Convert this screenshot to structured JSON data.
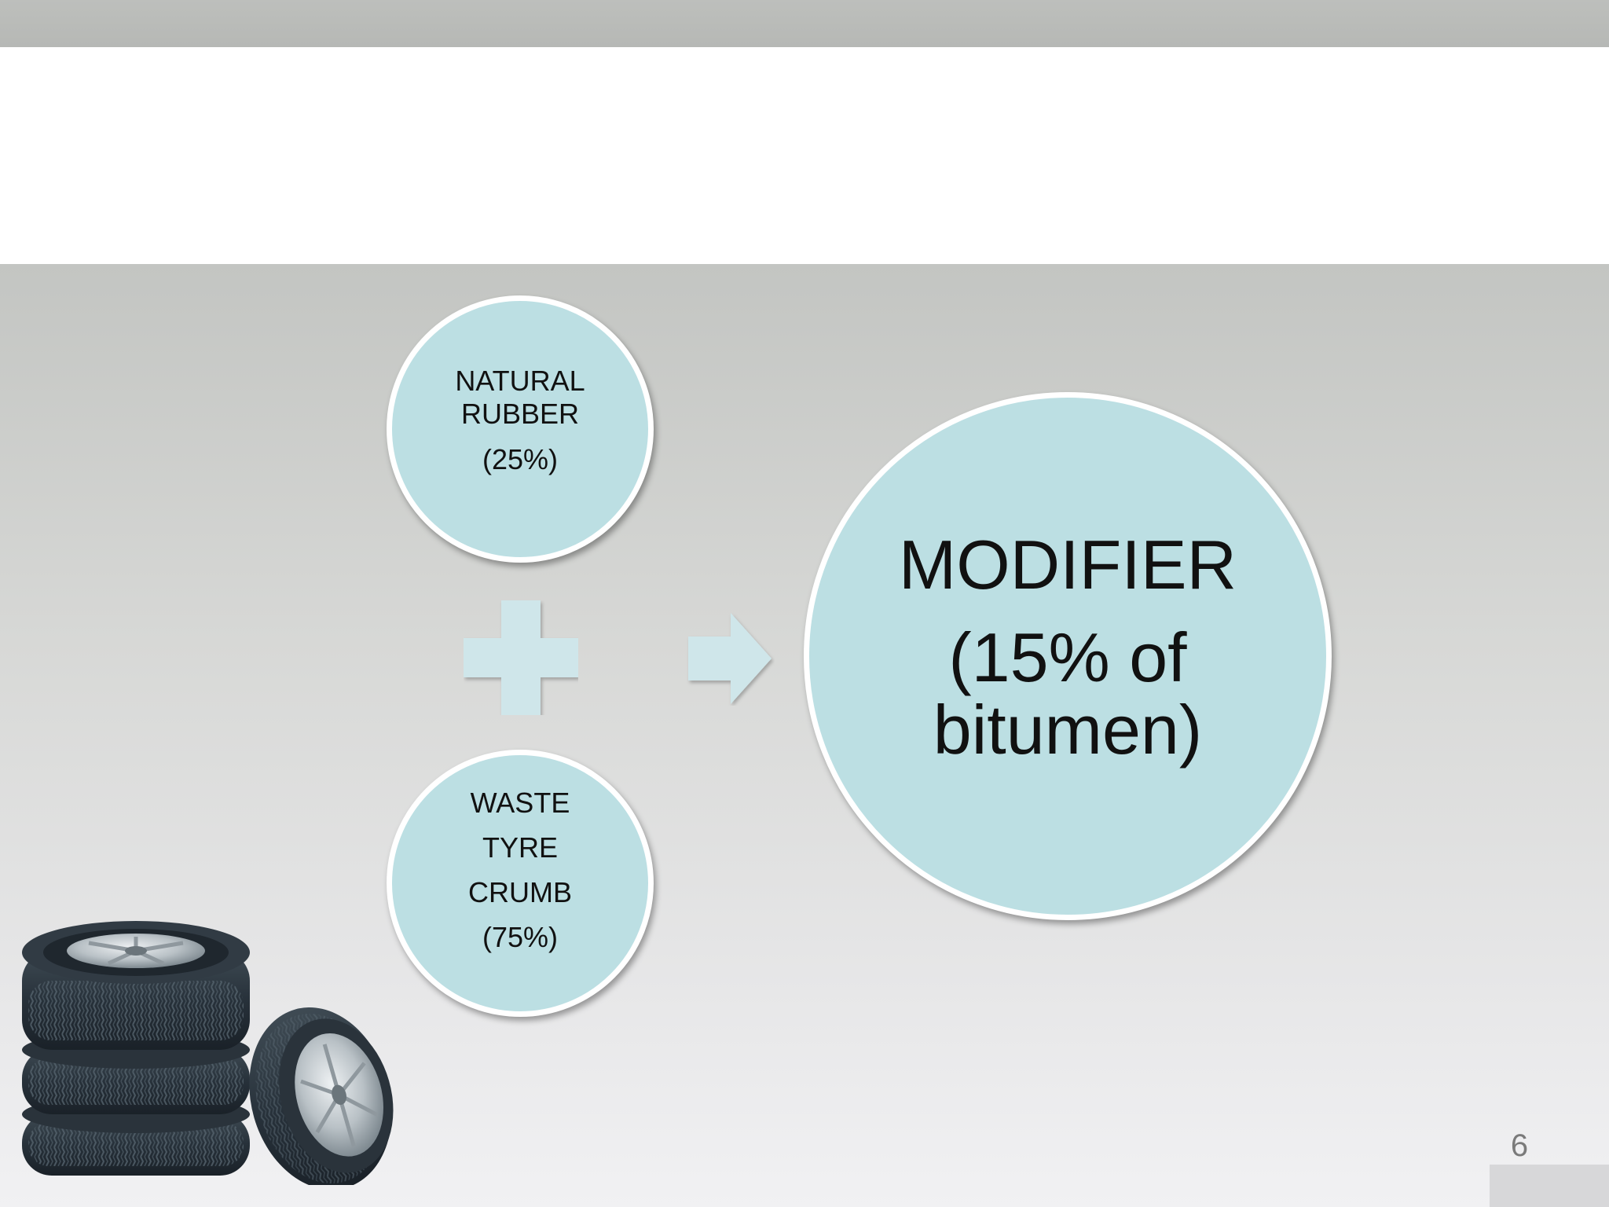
{
  "diagram": {
    "inputs": [
      {
        "lines": [
          "NATURAL",
          "RUBBER",
          "(25%)"
        ]
      },
      {
        "lines": [
          "WASTE",
          "TYRE",
          "CRUMB",
          "(75%)"
        ]
      }
    ],
    "operator": "plus-icon",
    "connector": "arrow-right-icon",
    "output": {
      "title": "MODIFIER",
      "lines": [
        "(15% of",
        "bitumen)"
      ]
    }
  },
  "decorations": {
    "image": "stacked-tyres-illustration",
    "circle_fill": "#bcdfe3",
    "icon_fill": "#cfe6ea",
    "top_band_color": "#b9bbb8"
  },
  "footer": {
    "page_number": "6"
  }
}
